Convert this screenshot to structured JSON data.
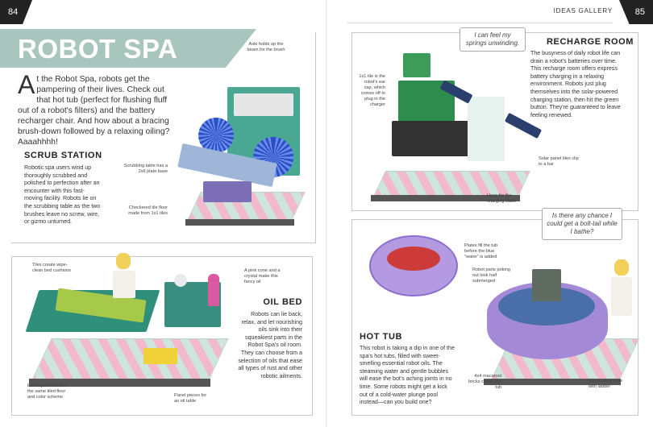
{
  "pages": {
    "left_number": "84",
    "right_number": "85",
    "running_head": "IDEAS GALLERY"
  },
  "headline": "ROBOT SPA",
  "intro": {
    "dropcap": "A",
    "text": "t the Robot Spa, robots get the pampering of their lives. Check out that hot tub (perfect for flushing fluff out of a robot's filters) and the battery recharger chair. And how about a bracing brush-down followed by a relaxing oiling? Aaaahhhh!"
  },
  "scrub_station": {
    "title": "SCRUB STATION",
    "body": "Robotic spa users wind up thoroughly scrubbed and polished to perfection after an encounter with this fast-moving facility. Robots lie on the scrubbing table as the two brushes leave no screw, wire, or gizmo unturned.",
    "annotations": {
      "axle": "Axle holds up the beam for the brush",
      "scrubbing_table": "Scrubbing table has a 2x6 plate base",
      "floor": "Checkered tile floor made from 1x1 tiles"
    }
  },
  "oil_bed": {
    "title": "OIL BED",
    "body": "Robots can lie back, relax, and let nourishing oils sink into their squeakiest parts in the Robot Spa's oil room. They can choose from a selection of oils that ease all types of rust and other robotic ailments.",
    "annotations": {
      "tiles": "Tiles create wipe-clean bed cushions",
      "cone": "A pink cone and a crystal make this fancy oil",
      "room": "Each spa room has the same tiled floor and color scheme",
      "panel": "Panel pieces for an oil table"
    }
  },
  "recharge_room": {
    "title": "RECHARGE ROOM",
    "bubble": "I can feel my springs unwinding.",
    "body": "The busyness of daily robot life can drain a robot's batteries over time. This recharge room offers express battery charging in a relaxing environment. Robots just plug themselves into the solar-powered charging station, then hit the green button. They're guaranteed to leave feeling renewed.",
    "annotations": {
      "ear_cap": "1x1 tile is the robot's ear cap, which comes off to plug in the charger",
      "solar": "Solar panel tiles clip to a bar",
      "hose": "Hose for the charging cable"
    }
  },
  "hot_tub": {
    "title": "HOT TUB",
    "bubble": "Is there any chance I could get a bolt-tail while I bathe?",
    "body": "This robot is taking a dip in one of the spa's hot tubs, filled with sweet-smelling essential robot oils. The steaming water and gentle bubbles will ease the bot's aching joints in no time. Some robots might get a kick out of a cold-water plunge pool instead—can you build one?",
    "annotations": {
      "plates": "Plates fill the tub before the blue \"water\" is added",
      "parts": "Robot parts poking out look half submerged",
      "macaroni": "4x4 macaroni bricks create the tub",
      "steps": "Steps are a plate with ladder"
    }
  }
}
